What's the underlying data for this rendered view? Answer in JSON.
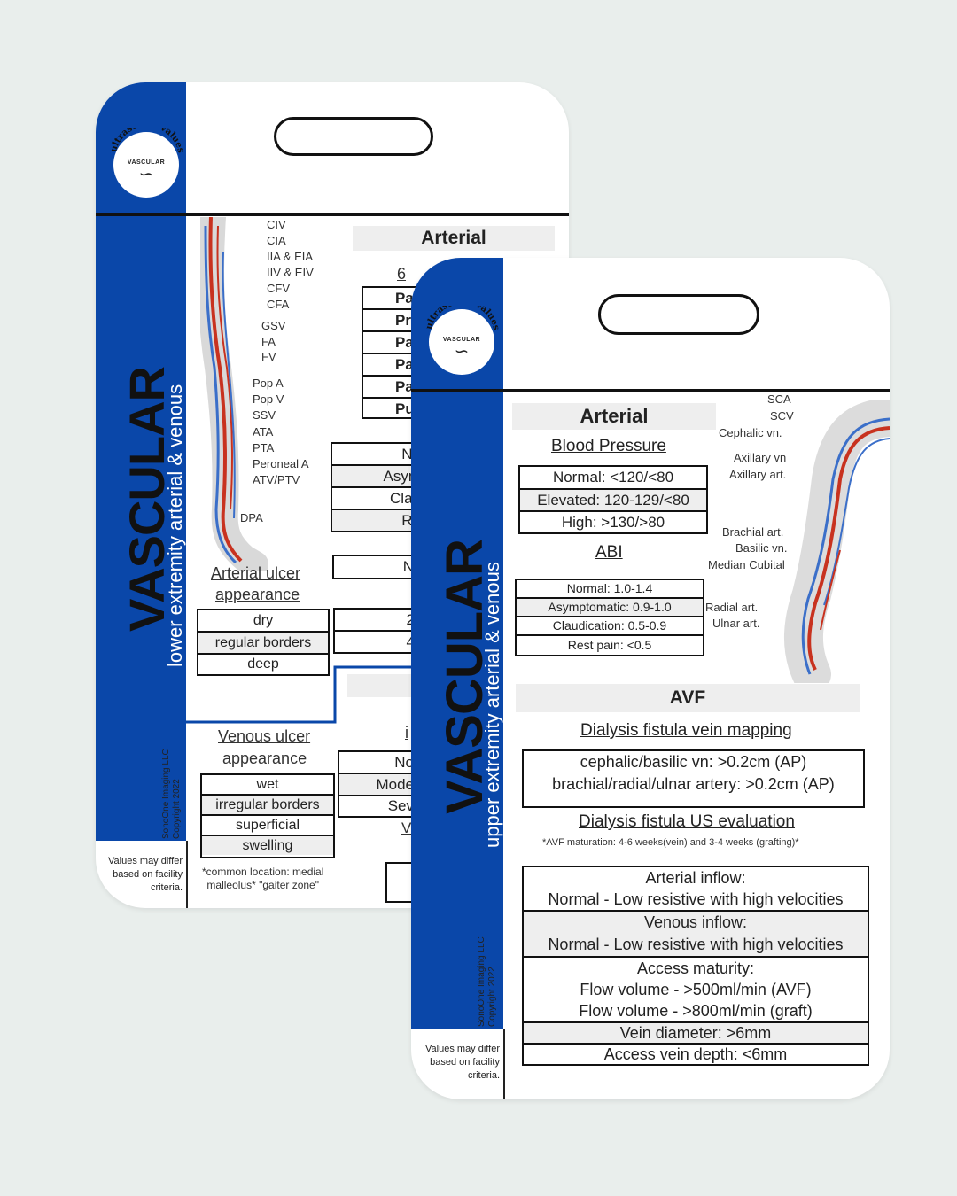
{
  "back_card": {
    "logo": {
      "arc_text": "ultrasound values",
      "center_text": "VASCULAR"
    },
    "title": "VASCULAR",
    "subtitle": "lower extremity arterial & venous",
    "copyright": [
      "SonoOne Imaging LLC",
      "Copyright 2022"
    ],
    "footer": [
      "Values may differ",
      "based on facility",
      "criteria."
    ],
    "leg_labels": [
      "CIV",
      "CIA",
      "IIA & EIA",
      "IIV & EIV",
      "CFV",
      "CFA",
      "GSV",
      "FA",
      "FV",
      "Pop A",
      "Pop V",
      "SSV",
      "ATA",
      "PTA",
      "Peroneal A",
      "ATV/PTV",
      "DPA"
    ],
    "arterial_header": "Arterial",
    "arterial_sub": "6",
    "six_ps": [
      "Pa",
      "Pr",
      "Pa",
      "Pa",
      "Pa",
      "Pu"
    ],
    "class_rows": [
      "No",
      "Asym",
      "Clau",
      "Re"
    ],
    "n_box": "N",
    "num_rows": [
      "2",
      "4"
    ],
    "arterial_ulcer_title": [
      "Arterial ulcer",
      "appearance"
    ],
    "arterial_ulcer_rows": [
      "dry",
      "regular borders",
      "deep"
    ],
    "venous_ulcer_title": [
      "Venous ulcer",
      "appearance"
    ],
    "venous_ulcer_rows": [
      "wet",
      "irregular borders",
      "superficial",
      "swelling"
    ],
    "venous_side_head": "i",
    "venous_side_rows": [
      "No",
      "Mode",
      "Sev"
    ],
    "venous_side_link": "V",
    "venous_note": [
      "*common location: medial",
      "malleolus* \"gaiter zone\""
    ],
    "gt_box": ">"
  },
  "front_card": {
    "logo": {
      "arc_text": "ultrasound values",
      "center_text": "VASCULAR"
    },
    "title": "VASCULAR",
    "subtitle": "upper extremity arterial & venous",
    "copyright": [
      "SonoOne Imaging LLC",
      "Copyright 2022"
    ],
    "footer": [
      "Values may differ",
      "based on facility",
      "criteria."
    ],
    "arterial_header": "Arterial",
    "bp_title": "Blood Pressure",
    "bp_rows": [
      "Normal: <120/<80",
      "Elevated: 120-129/<80",
      "High: >130/>80"
    ],
    "abi_title": "ABI",
    "abi_rows": [
      "Normal: 1.0-1.4",
      "Asymptomatic: 0.9-1.0",
      "Claudication: 0.5-0.9",
      "Rest pain: <0.5"
    ],
    "arm_labels": [
      "SCA",
      "SCV",
      "Cephalic vn.",
      "Axillary vn",
      "Axillary art.",
      "Brachial art.",
      "Basilic vn.",
      "Median Cubital",
      "Radial art.",
      "Ulnar art."
    ],
    "avf_header": "AVF",
    "mapping_title": "Dialysis fistula vein mapping",
    "mapping_rows": [
      "cephalic/basilic vn: >0.2cm (AP)",
      "brachial/radial/ulnar artery: >0.2cm (AP)"
    ],
    "eval_title": "Dialysis fistula US evaluation",
    "eval_note": "*AVF maturation: 4-6 weeks(vein) and 3-4 weeks (grafting)*",
    "eval_blocks": [
      [
        "Arterial inflow:",
        "Normal - Low resistive with high velocities"
      ],
      [
        "Venous inflow:",
        "Normal - Low resistive with high velocities"
      ],
      [
        "Access maturity:",
        "Flow volume - >500ml/min (AVF)",
        "Flow volume - >800ml/min (graft)"
      ],
      [
        "Vein diameter: >6mm"
      ],
      [
        "Access vein depth: <6mm"
      ]
    ]
  }
}
